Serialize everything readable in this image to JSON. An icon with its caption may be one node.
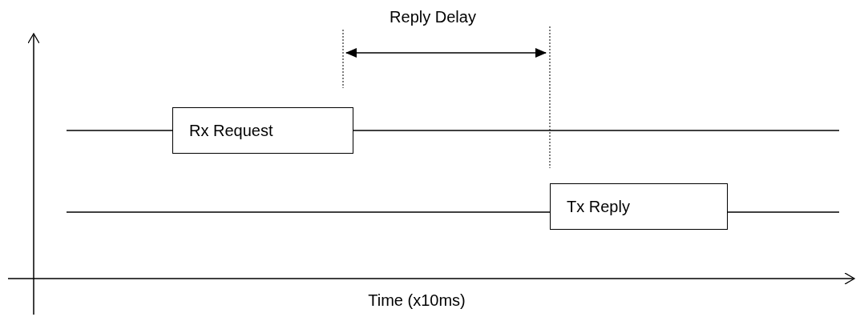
{
  "diagram": {
    "nodes": [
      {
        "text": [
          "Rx Request"
        ]
      },
      {
        "text": [
          "Tx Reply"
        ]
      }
    ],
    "labels": [
      "Reply Delay",
      "Time (x10ms)"
    ]
  }
}
